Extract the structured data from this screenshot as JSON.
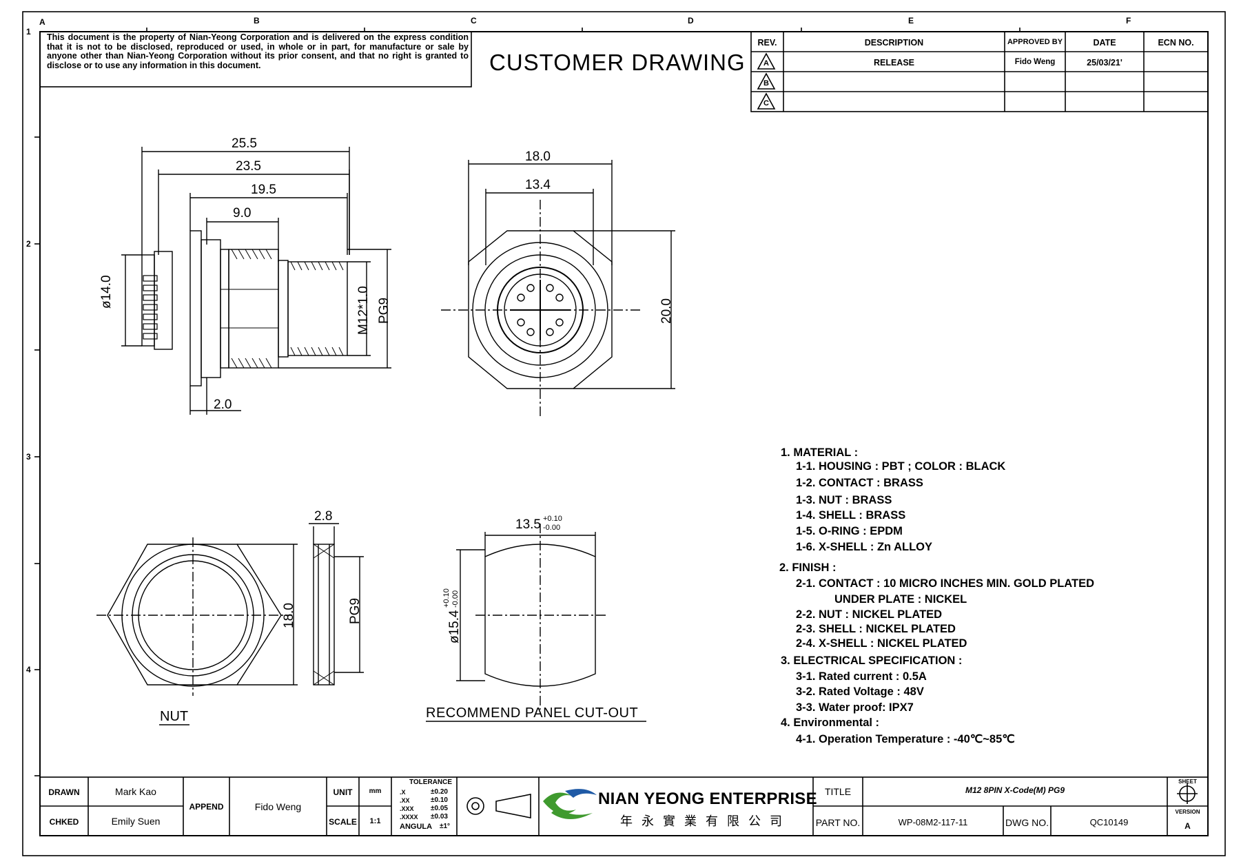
{
  "disclaimer": "This document is the property of Nian-Yeong Corporation and is delivered on the express condition that it is not to be disclosed, reproduced or used, in whole or in part, for manufacture or sale by anyone other than Nian-Yeong Corporation without its prior consent, and that no right is granted to disclose or to use any information in this document.",
  "drawing_title": "CUSTOMER DRAWING",
  "zone_columns": [
    "A",
    "B",
    "C",
    "D",
    "E",
    "F"
  ],
  "zone_rows": [
    "1",
    "2",
    "3",
    "4"
  ],
  "revision_table": {
    "headers": {
      "rev": "REV.",
      "description": "DESCRIPTION",
      "approved_by": "APPROVED BY",
      "date": "DATE",
      "ecn": "ECN NO."
    },
    "rows": [
      {
        "rev": "A",
        "description": "RELEASE",
        "approved_by": "Fido Weng",
        "date": "25/03/21'",
        "ecn": ""
      },
      {
        "rev": "B",
        "description": "",
        "approved_by": "",
        "date": "",
        "ecn": ""
      },
      {
        "rev": "C",
        "description": "",
        "approved_by": "",
        "date": "",
        "ecn": ""
      }
    ]
  },
  "dimensions": {
    "side_25_5": "25.5",
    "side_23_5": "23.5",
    "side_19_5": "19.5",
    "side_9_0": "9.0",
    "side_2_0": "2.0",
    "side_dia14": "ø14.0",
    "side_m12": "M12*1.0",
    "side_pg9": "PG9",
    "front_18_0": "18.0",
    "front_13_4": "13.4",
    "front_20_0": "20.0",
    "nut_2_8": "2.8",
    "nut_18_0": "18.0",
    "nut_pg9": "PG9",
    "cut_width": "13.5",
    "cut_width_tol_plus": "+0.10",
    "cut_width_tol_minus": "-0.00",
    "cut_dia": "ø15.4",
    "cut_dia_tol_plus": "+0.10",
    "cut_dia_tol_minus": "-0.00"
  },
  "view_labels": {
    "nut": "NUT",
    "panel_cutout": "RECOMMEND PANEL CUT-OUT"
  },
  "notes": [
    "1.  MATERIAL :",
    "1-1.  HOUSING : PBT ; COLOR : BLACK",
    "1-2.  CONTACT : BRASS",
    "1-3.  NUT : BRASS",
    "1-4.  SHELL : BRASS",
    "1-5.  O-RING : EPDM",
    "1-6.  X-SHELL : Zn ALLOY",
    "2.  FINISH :",
    "2-1.  CONTACT : 10 MICRO INCHES MIN. GOLD PLATED",
    "UNDER PLATE : NICKEL",
    "2-2.  NUT : NICKEL PLATED",
    "2-3.  SHELL : NICKEL PLATED",
    "2-4.  X-SHELL : NICKEL PLATED",
    "3.  ELECTRICAL SPECIFICATION :",
    "3-1.  Rated current : 0.5A",
    "3-2.  Rated Voltage : 48V",
    "3-3.  Water proof: IPX7",
    "4.  Environmental :",
    "4-1.  Operation Temperature : -40℃~85℃"
  ],
  "title_block": {
    "drawn_label": "DRAWN",
    "drawn_value": "Mark Kao",
    "checked_label": "CHKED",
    "checked_value": "Emily Suen",
    "append_label": "APPEND",
    "append_value": "Fido Weng",
    "unit_label": "UNIT",
    "unit_value": "mm",
    "scale_label": "SCALE",
    "scale_value": "1:1",
    "tolerance_label": "TOLERANCE",
    "tolerance_rows": [
      {
        "k": ".X",
        "v": "±0.20"
      },
      {
        "k": ".XX",
        "v": "±0.10"
      },
      {
        "k": ".XXX",
        "v": "±0.05"
      },
      {
        "k": ".XXXX",
        "v": "±0.03"
      },
      {
        "k": "ANGULA",
        "v": "±1°"
      }
    ],
    "company_name": "NIAN YEONG ENTERPRISE",
    "company_chinese": "年 永 實 業 有 限 公 司",
    "title_label": "TITLE",
    "title_value": "M12 8PIN X-Code(M) PG9",
    "part_label": "PART NO.",
    "part_value": "WP-08M2-117-11",
    "dwg_label": "DWG NO.",
    "dwg_value": "QC10149",
    "sheet_label": "SHEET",
    "version_label": "VERSION",
    "version_value": "A"
  },
  "colors": {
    "line": "#000000",
    "logo_green": "#3f9a2e",
    "logo_blue": "#1f5aa6"
  }
}
